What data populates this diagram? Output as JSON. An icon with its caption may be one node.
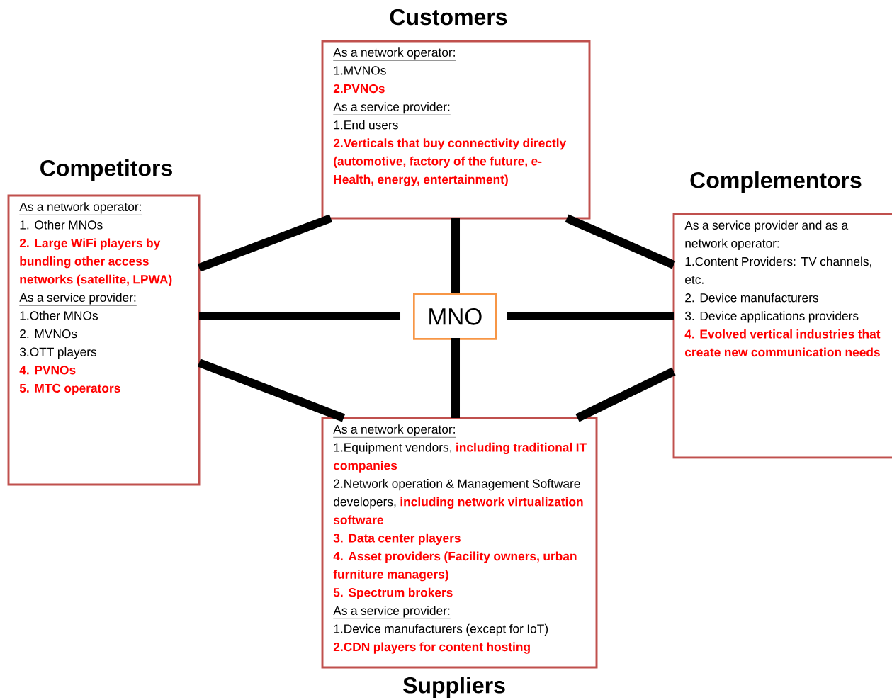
{
  "diagram": {
    "nodes": [
      {
        "text": [
          "Customers",
          "As a network operator:",
          "1.MVNOs",
          "2.PVNOs",
          "As a service provider:",
          "1.End users",
          "2.Verticals that buy connectivity directly (automotive, factory of the future, e-Health, energy, entertainment)"
        ]
      },
      {
        "text": [
          "Competitors",
          "As a network operator:",
          "1. Other MNOs",
          "2. Large WiFi players by bundling other access networks  (satellite, LPWA)",
          "As a service provider:",
          "1.Other MNOs",
          "2. MVNOs",
          "3.OTT players",
          "4. PVNOs",
          "5. MTC operators"
        ]
      },
      {
        "text": [
          "Complementors",
          "As a service provider and as a network operator:",
          "1.Content Providers: TV channels, etc.",
          "2. Device manufacturers",
          "3. Device applications providers",
          "4. Evolved vertical industries that create new communication needs"
        ]
      },
      {
        "text": [
          "MNO"
        ]
      },
      {
        "text": [
          "As a network operator:",
          "1.Equipment vendors,",
          "including traditional IT companies",
          "2.Network operation & Management Software developers,",
          "including network virtualization software",
          "3. Data center players",
          "4. Asset providers (Facility owners, urban furniture managers)",
          "5. Spectrum brokers",
          "As a service provider:",
          "1.Device manufacturers (except for IoT)",
          "2.CDN players for content hosting",
          "Suppliers"
        ]
      }
    ],
    "edges": [
      {
        "from": 3,
        "to": 0,
        "arrow": "none"
      },
      {
        "from": 3,
        "to": 1,
        "arrow": "none"
      },
      {
        "from": 3,
        "to": 2,
        "arrow": "none"
      },
      {
        "from": 3,
        "to": 4,
        "arrow": "none"
      },
      {
        "from": 1,
        "to": 0,
        "arrow": "none"
      },
      {
        "from": 0,
        "to": 2,
        "arrow": "none"
      },
      {
        "from": 1,
        "to": 4,
        "arrow": "none"
      },
      {
        "from": 4,
        "to": 2,
        "arrow": "none"
      }
    ]
  }
}
